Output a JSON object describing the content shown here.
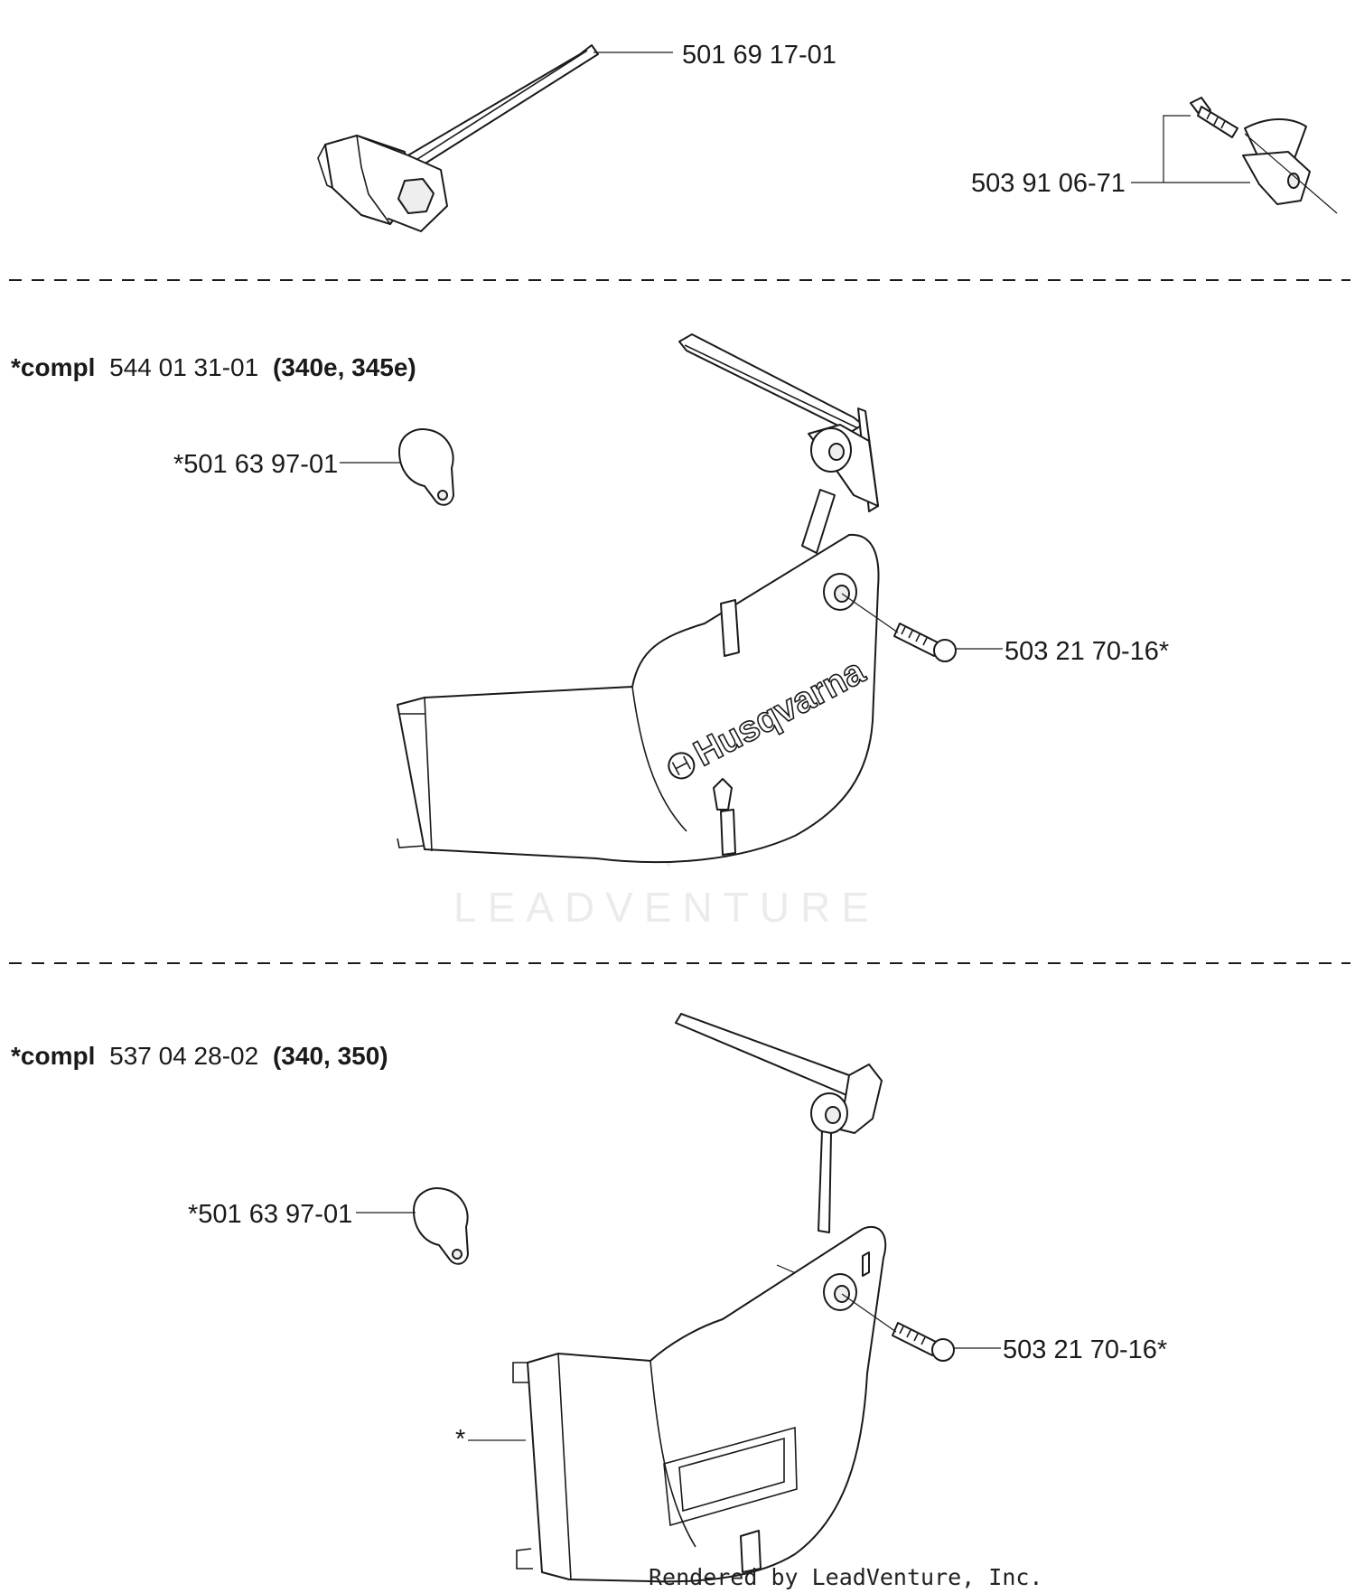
{
  "watermark": {
    "brand_text": "LEADVENTURE"
  },
  "logo_text": "Husqvarna",
  "footer": {
    "credit": "Rendered by LeadVenture, Inc."
  },
  "section_top": {
    "tool_label": "501 69 17-01",
    "kit_label": "503 91 06-71"
  },
  "section_middle": {
    "header_prefix": "*compl",
    "header_part": "544 01 31-01",
    "header_models": "(340e, 345e)",
    "washer_label": "*501 63 97-01",
    "screw_label": "503 21 70-16*"
  },
  "section_bottom": {
    "header_prefix": "*compl",
    "header_part": "537 04 28-02",
    "header_models": "(340, 350)",
    "washer_label": "*501 63 97-01",
    "screw_label": "503 21 70-16*",
    "cover_label": "*"
  }
}
